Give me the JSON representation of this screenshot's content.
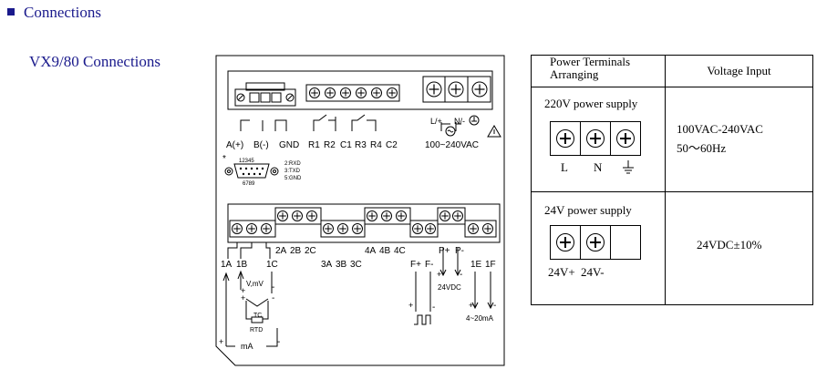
{
  "header": {
    "title": "Connections",
    "subtitle": "VX9/80 Connections"
  },
  "diagram": {
    "comm_labels": [
      "A(+)",
      "B(-)",
      "GND"
    ],
    "relay_labels": [
      "R1",
      "R2",
      "C1",
      "R3",
      "R4",
      "C2"
    ],
    "power_polarity": [
      "L/+",
      "N/-"
    ],
    "power_label": "100~240VAC",
    "db9_top": "12345",
    "db9_bottom": "6789",
    "db9_asterisk": "*",
    "db9_pins": [
      "2:RXD",
      "3:TXD",
      "5:GND"
    ],
    "group2_labels": [
      "2A",
      "2B",
      "2C"
    ],
    "group4_labels": [
      "4A",
      "4B",
      "4C"
    ],
    "pp_labels": [
      "P+",
      "P-"
    ],
    "input1_labels": [
      "1A",
      "1B",
      "1C"
    ],
    "group3_labels": [
      "3A",
      "3B",
      "3C"
    ],
    "freq_labels": [
      "F+",
      "F-"
    ],
    "output_labels": [
      "1E",
      "1F"
    ],
    "vmv": "V,mV",
    "tc": "TC",
    "rtd": "RTD",
    "ma": "mA",
    "vdc24": "24VDC",
    "out_ma": "4~20mA",
    "plus": "+",
    "minus": "-"
  },
  "power_table": {
    "col1_header_line1": "Power Terminals",
    "col1_header_line2": "Arranging",
    "col2_header": "Voltage Input",
    "rows": [
      {
        "supply": "220V power supply",
        "terminal_labels": [
          "L",
          "N"
        ],
        "voltage_line1": "100VAC-240VAC",
        "voltage_line2": "50～60Hz"
      },
      {
        "supply": "24V power supply",
        "terminal_labels": [
          "24V+",
          "24V-"
        ],
        "voltage_line1": "24VDC±10%"
      }
    ]
  }
}
